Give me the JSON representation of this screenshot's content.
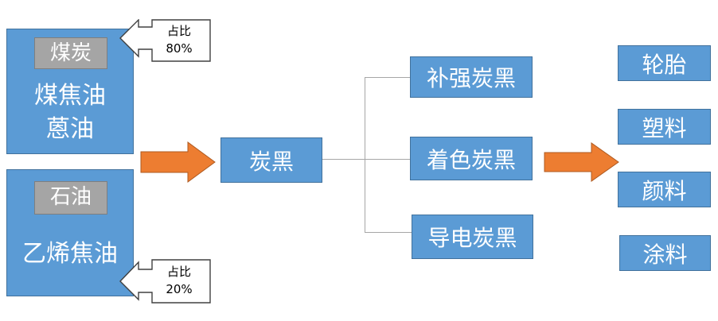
{
  "sources": {
    "coal": {
      "tag": "煤炭",
      "line1": "煤焦油",
      "line2": "蒽油"
    },
    "petroleum": {
      "tag": "石油",
      "line1": "乙烯焦油"
    }
  },
  "callouts": {
    "coal": {
      "line1": "占比",
      "line2": "80%"
    },
    "petroleum": {
      "line1": "占比",
      "line2": "20%"
    }
  },
  "center": {
    "label": "炭黑"
  },
  "types": [
    "补强炭黑",
    "着色炭黑",
    "导电炭黑"
  ],
  "applications": [
    "轮胎",
    "塑料",
    "颜料",
    "涂料"
  ],
  "colors": {
    "box_fill": "#5b9bd5",
    "box_border": "#41719c",
    "tag_fill": "#a5a5a5",
    "arrow_fill": "#ed7d31",
    "connector": "#a6a6a6"
  }
}
